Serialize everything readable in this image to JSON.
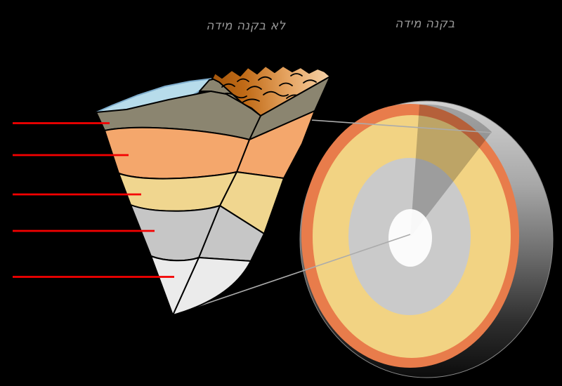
{
  "titles": {
    "not_to_scale": "לא בקנה מידה",
    "to_scale": "בקנה מידה"
  },
  "colors": {
    "background": "#000000",
    "title_text": "#999999",
    "pointer_line": "#F40000",
    "connector_line": "#ABABAB",
    "outline": "#000000",
    "water": "#B7DCEB",
    "water_edge": "#7FAECE",
    "crust_band": "#8B8570",
    "upper_mantle_band": "#F4A76C",
    "mantle_band": "#F0D68F",
    "outer_core_band": "#C6C6C6",
    "inner_core_band": "#EBEBEB",
    "globe_crust_ring": "#E87C4B",
    "globe_mantle_ring": "#F2D383",
    "globe_outer_core": "#CACACA",
    "globe_inner_core": "#FFFFFF",
    "mountain_dark": "#9E520A",
    "mountain_light": "#F6D2A8"
  },
  "pointer_lines": {
    "count": "5"
  }
}
